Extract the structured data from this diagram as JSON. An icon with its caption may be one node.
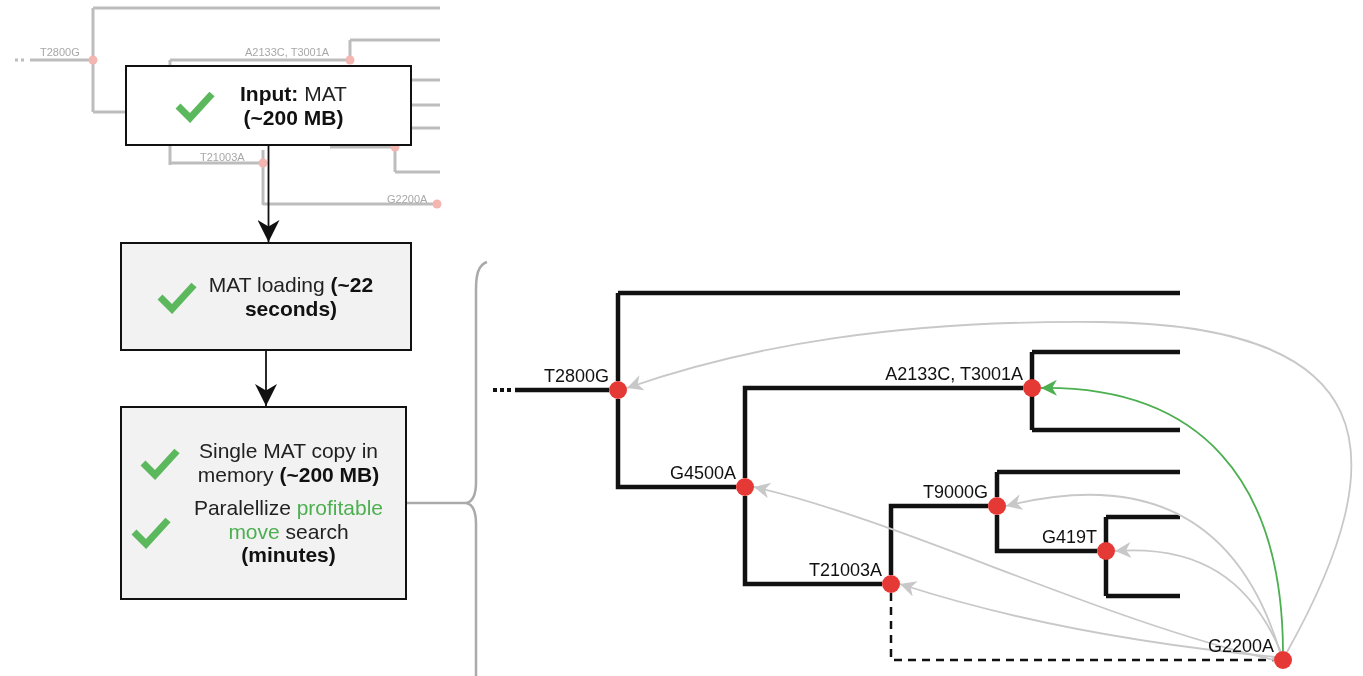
{
  "diagram": {
    "nodes": [
      {
        "text": [
          "**Input:** MAT **(~200 MB)**"
        ]
      },
      {
        "text": [
          "MAT loading **(~22 seconds)**"
        ]
      },
      {
        "text": [
          "Single MAT copy in memory **(~200 MB)**",
          "Paralellize *profitable move* search **(minutes)**"
        ]
      },
      {
        "text": [],
        "shape": "circle",
        "beside": [
          "T2800G"
        ]
      },
      {
        "text": [],
        "shape": "circle",
        "beside": [
          "A2133C, T3001A"
        ]
      },
      {
        "text": [],
        "shape": "circle",
        "beside": [
          "G4500A"
        ]
      },
      {
        "text": [],
        "shape": "circle",
        "beside": [
          "T9000G"
        ]
      },
      {
        "text": [],
        "shape": "circle",
        "beside": [
          "G419T"
        ]
      },
      {
        "text": [],
        "shape": "circle",
        "beside": [
          "T21003A"
        ]
      },
      {
        "text": [],
        "shape": "circle",
        "beside": [
          "G2200A"
        ]
      }
    ],
    "edges": [
      {
        "from": 0,
        "to": 1,
        "arrow": "to"
      },
      {
        "from": 1,
        "to": 2,
        "arrow": "to"
      },
      {
        "from": 3,
        "to": 5,
        "arrow": "none",
        "style": "thick"
      },
      {
        "from": 5,
        "to": 4,
        "arrow": "none",
        "style": "thick"
      },
      {
        "from": 5,
        "to": 8,
        "arrow": "none",
        "style": "thick"
      },
      {
        "from": 8,
        "to": 6,
        "arrow": "none",
        "style": "thick"
      },
      {
        "from": 6,
        "to": 7,
        "arrow": "none",
        "style": "thick"
      },
      {
        "from": 8,
        "to": 9,
        "arrow": "none",
        "style": "dashed"
      },
      {
        "from": 9,
        "to": 3,
        "arrow": "to",
        "color": "#c8c8c8"
      },
      {
        "from": 9,
        "to": 4,
        "arrow": "to",
        "color": "#4caf50"
      },
      {
        "from": 9,
        "to": 5,
        "arrow": "to",
        "color": "#c8c8c8"
      },
      {
        "from": 9,
        "to": 6,
        "arrow": "to",
        "color": "#c8c8c8"
      },
      {
        "from": 9,
        "to": 7,
        "arrow": "to",
        "color": "#c8c8c8"
      },
      {
        "from": 9,
        "to": 8,
        "arrow": "to",
        "color": "#c8c8c8"
      }
    ],
    "labels": [
      "T2800G",
      "A2133C, T3001A",
      "T21003A",
      "G2200A"
    ]
  }
}
